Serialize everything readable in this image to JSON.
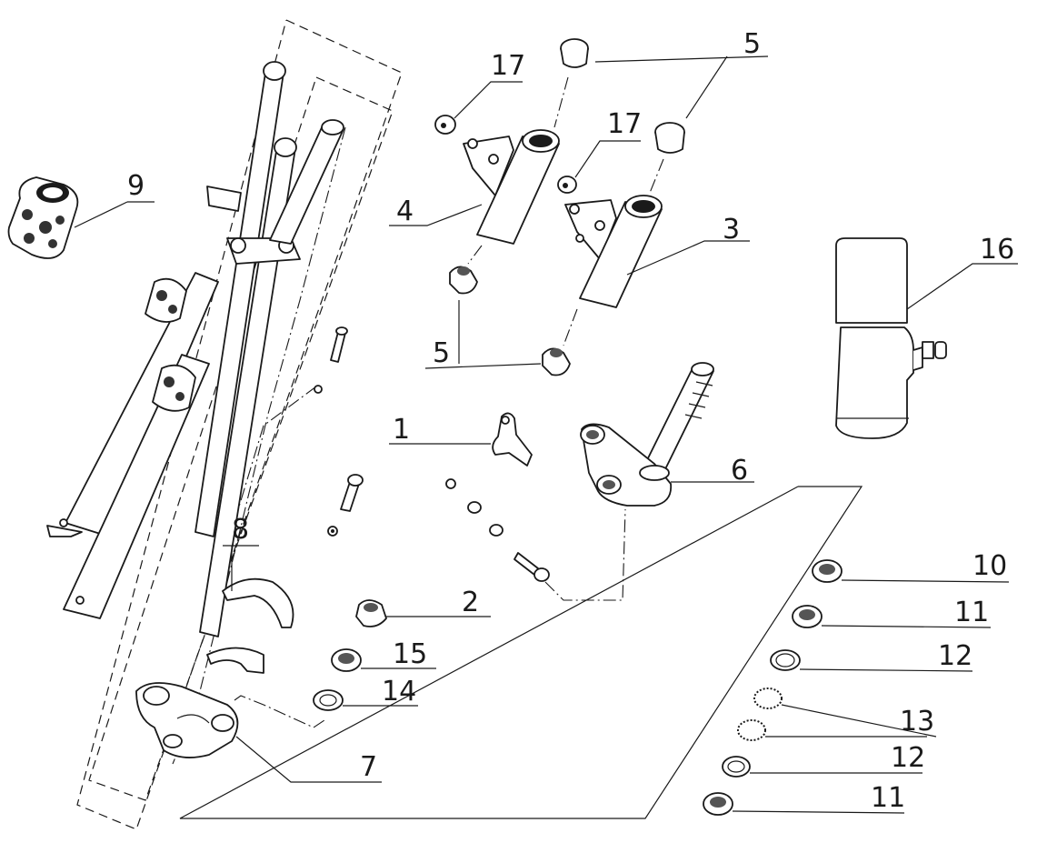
{
  "diagram": {
    "labels": [
      {
        "id": "l1",
        "text": "1"
      },
      {
        "id": "l2",
        "text": "2"
      },
      {
        "id": "l3",
        "text": "3"
      },
      {
        "id": "l4",
        "text": "4"
      },
      {
        "id": "l5a",
        "text": "5"
      },
      {
        "id": "l5b",
        "text": "5"
      },
      {
        "id": "l6",
        "text": "6"
      },
      {
        "id": "l7",
        "text": "7"
      },
      {
        "id": "l8",
        "text": "8"
      },
      {
        "id": "l9",
        "text": "9"
      },
      {
        "id": "l10",
        "text": "10"
      },
      {
        "id": "l11a",
        "text": "11"
      },
      {
        "id": "l11b",
        "text": "11"
      },
      {
        "id": "l12a",
        "text": "12"
      },
      {
        "id": "l12b",
        "text": "12"
      },
      {
        "id": "l13",
        "text": "13"
      },
      {
        "id": "l14",
        "text": "14"
      },
      {
        "id": "l15",
        "text": "15"
      },
      {
        "id": "l16",
        "text": "16"
      },
      {
        "id": "l17a",
        "text": "17"
      },
      {
        "id": "l17b",
        "text": "17"
      }
    ]
  }
}
